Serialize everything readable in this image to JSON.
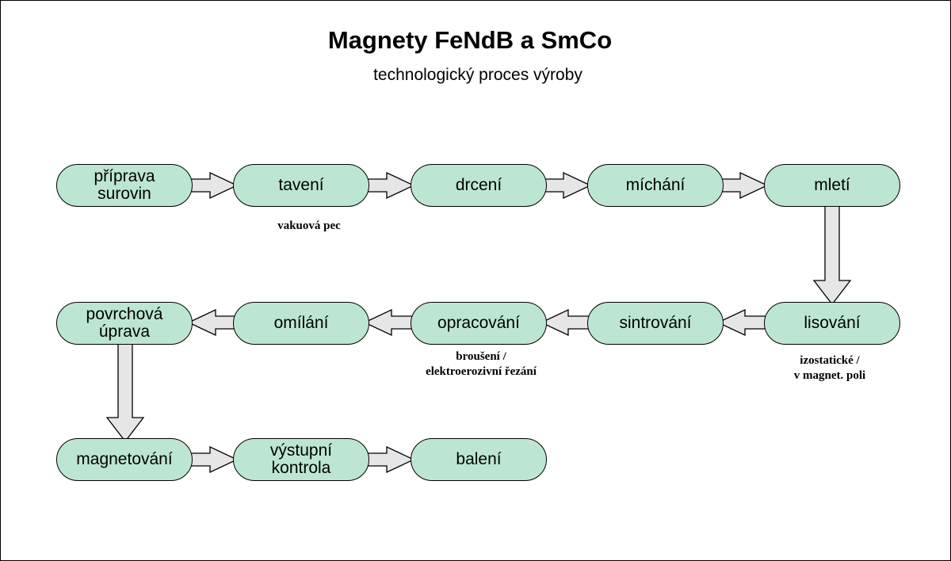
{
  "title": "Magnety FeNdB a SmCo",
  "subtitle": "technologický proces výroby",
  "steps": {
    "priprava_surovin": "příprava\nsurovin",
    "taveni": "tavení",
    "drceni": "drcení",
    "michani": "míchání",
    "mleti": "mletí",
    "lisovani": "lisování",
    "sintrovani": "sintrování",
    "opracovani": "opracování",
    "omilani": "omílání",
    "povrchova_uprava": "povrchová\núprava",
    "magnetovani": "magnetování",
    "vystupni_kontrola": "výstupní\nkontrola",
    "baleni": "balení"
  },
  "notes": {
    "taveni": "vakuová pec",
    "opracovani": "broušení /\nelektroerozivní řezání",
    "lisovani": "izostatické /\nv magnet. poli"
  },
  "colors": {
    "step_fill": "#bde6d2",
    "arrow_fill": "#e6e6e6",
    "outline": "#000000"
  }
}
